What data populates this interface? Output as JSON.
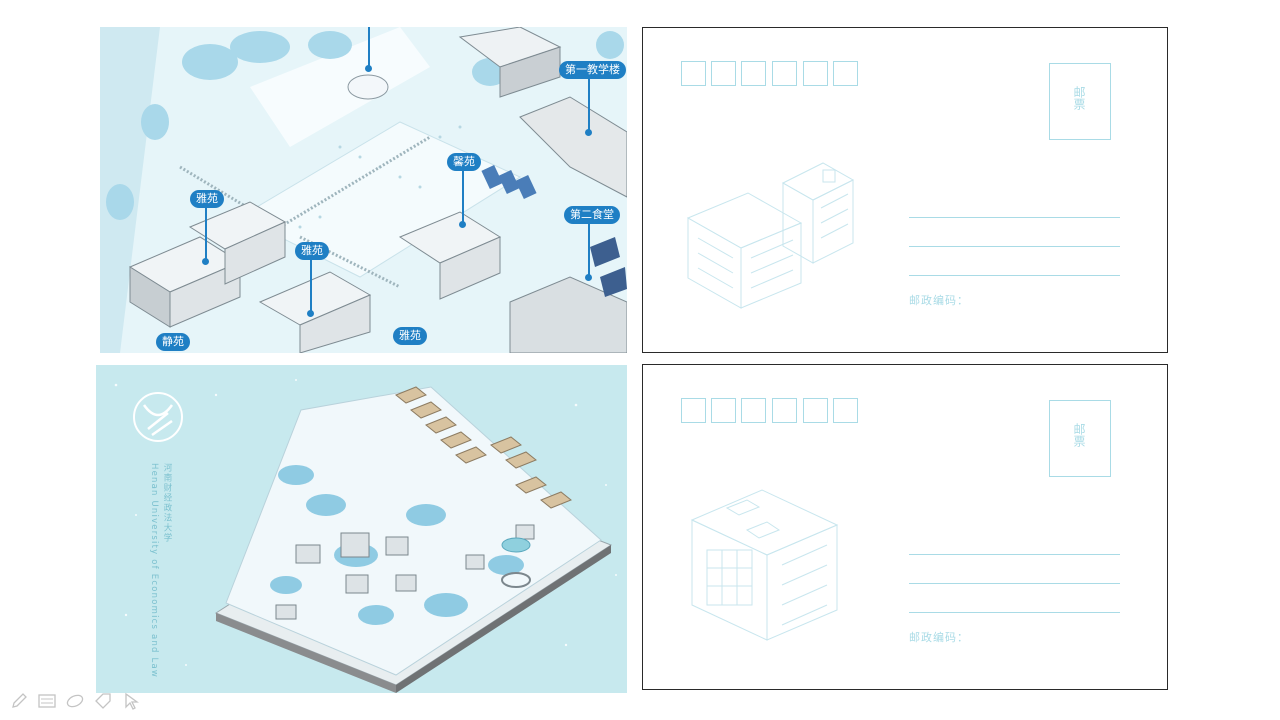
{
  "map_top": {
    "labels": [
      {
        "id": "dorm-1",
        "text": "第一教学楼"
      },
      {
        "id": "xin",
        "text": "馨苑"
      },
      {
        "id": "ya-1",
        "text": "雅苑"
      },
      {
        "id": "ya-2",
        "text": "雅苑"
      },
      {
        "id": "canteen-2",
        "text": "第二食堂"
      },
      {
        "id": "jing",
        "text": "静苑"
      },
      {
        "id": "ya-3",
        "text": "雅苑"
      }
    ]
  },
  "map_bottom": {
    "title_cn": "河南财经政法大学",
    "title_en": "Henan University of Economics and Law"
  },
  "postcard": {
    "stamp_label": "邮票",
    "postal_code_label": "邮政编码："
  },
  "toolbar": {
    "tools": [
      "pen-icon",
      "keyboard-icon",
      "eraser-icon",
      "tag-icon",
      "pointer-icon"
    ]
  },
  "colors": {
    "accent": "#1f7fc4",
    "postcard_line": "#a9dbe6",
    "map_bg": "#c7e9ee"
  }
}
